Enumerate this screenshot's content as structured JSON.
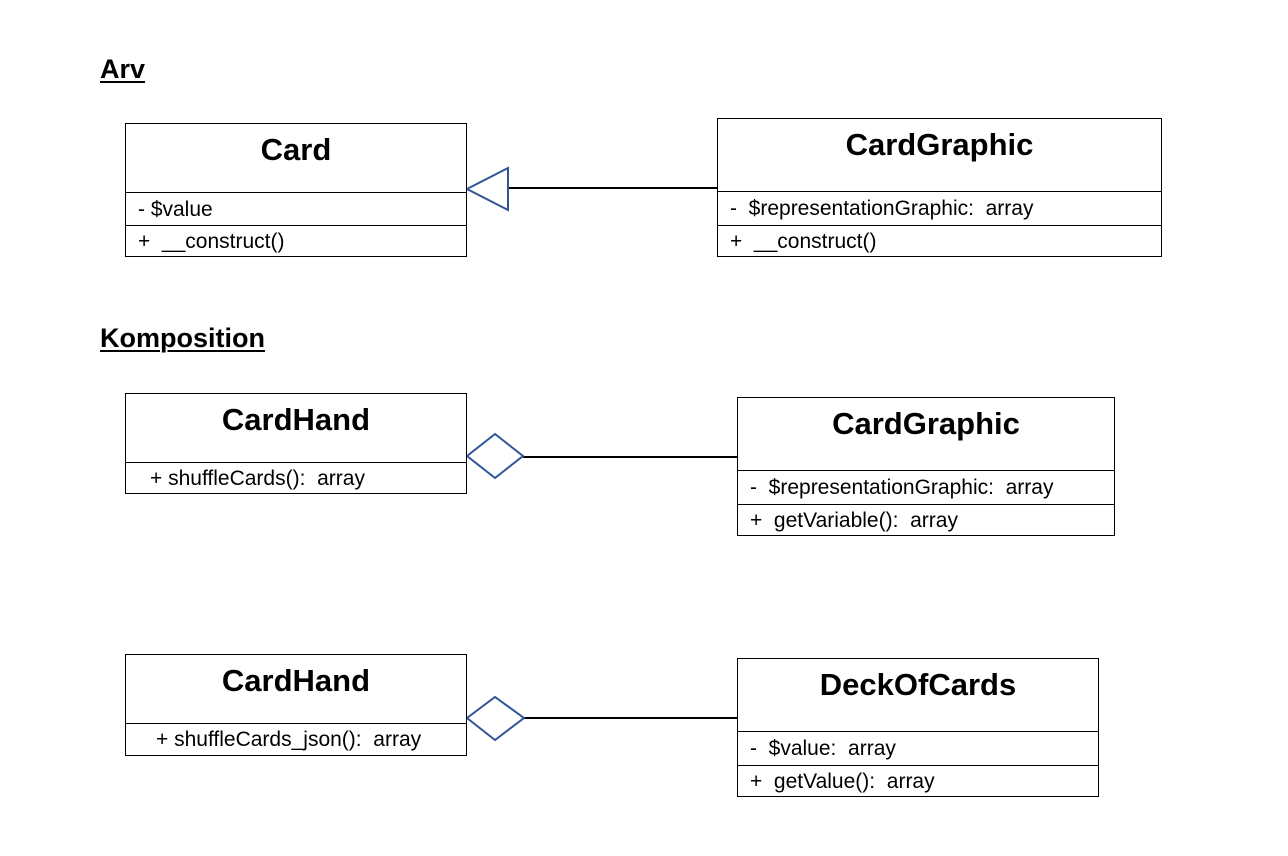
{
  "headings": {
    "inheritance": "Arv",
    "composition": "Komposition"
  },
  "colors": {
    "connector_symbol": "#2f5597",
    "line": "#000000"
  },
  "diagrams": {
    "card": {
      "name": "Card",
      "attributes": [
        "- $value"
      ],
      "methods": [
        "+  __construct()"
      ]
    },
    "card_graphic_1": {
      "name": "CardGraphic",
      "attributes": [
        "-  $representationGraphic:  array"
      ],
      "methods": [
        "+  __construct()"
      ]
    },
    "card_hand_1": {
      "name": "CardHand",
      "methods": [
        "+ shuffleCards():  array"
      ]
    },
    "card_graphic_2": {
      "name": "CardGraphic",
      "attributes": [
        "-  $representationGraphic:  array"
      ],
      "methods": [
        "+  getVariable():  array"
      ]
    },
    "card_hand_2": {
      "name": "CardHand",
      "methods": [
        "+ shuffleCards_json():  array"
      ]
    },
    "deck_of_cards": {
      "name": "DeckOfCards",
      "attributes": [
        "-  $value:  array"
      ],
      "methods": [
        "+  getValue():  array"
      ]
    }
  },
  "relations": [
    {
      "from": "card_graphic_1",
      "to": "card",
      "type": "inheritance"
    },
    {
      "from": "card_graphic_2",
      "to": "card_hand_1",
      "type": "aggregation"
    },
    {
      "from": "deck_of_cards",
      "to": "card_hand_2",
      "type": "aggregation"
    }
  ]
}
